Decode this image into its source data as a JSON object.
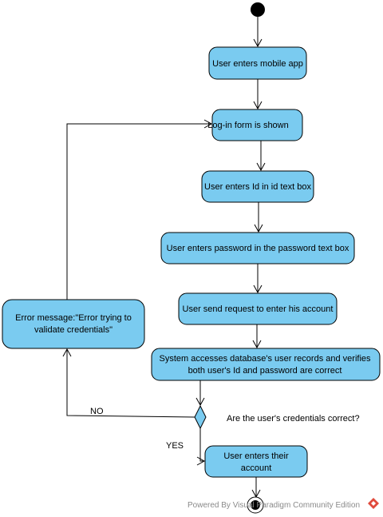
{
  "colors": {
    "activity_fill": "#7acbf0",
    "decision_fill": "#7acbf0",
    "line": "#000000",
    "watermark_logo": "#e04a3c"
  },
  "activities": {
    "enter_app": "User enters mobile app",
    "login_form": "Log-in form is shown",
    "enter_id": "User enters Id in id text box",
    "enter_password": "User enters password in the password text box",
    "send_request": "User send request to enter his account",
    "verify_line1": "System accesses database's user records and verifies",
    "verify_line2": "both user's Id and password are correct",
    "error_line1": "Error message:\"Error trying to",
    "error_line2": "validate credentials\"",
    "enter_account_line1": "User enters their",
    "enter_account_line2": "account"
  },
  "decision": {
    "question": "Are the user's credentials correct?",
    "no_label": "NO",
    "yes_label": "YES"
  },
  "watermark": {
    "text": "Powered By  Visual Paradigm Community Edition",
    "logo": "visual-paradigm-logo-icon"
  }
}
